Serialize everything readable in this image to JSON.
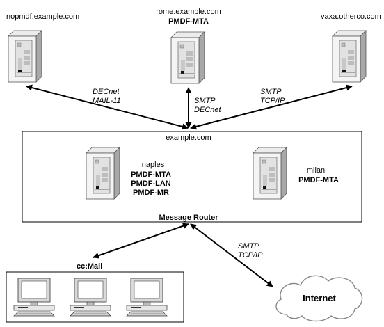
{
  "servers": {
    "nopmdf": {
      "host": "nopmdf.example.com"
    },
    "rome": {
      "host": "rome.example.com",
      "role": "PMDF-MTA"
    },
    "vaxa": {
      "host": "vaxa.otherco.com"
    },
    "naples": {
      "host": "naples",
      "roles": [
        "PMDF-MTA",
        "PMDF-LAN",
        "PMDF-MR"
      ]
    },
    "milan": {
      "host": "milan",
      "role": "PMDF-MTA"
    }
  },
  "links": {
    "nopmdf": [
      "DECnet",
      "MAIL-11"
    ],
    "rome": [
      "SMTP",
      "DECnet"
    ],
    "vaxa": [
      "SMTP",
      "TCP/IP"
    ],
    "internet": [
      "SMTP",
      "TCP/IP"
    ]
  },
  "domain_box": {
    "title": "example.com",
    "footer": "Message Router"
  },
  "ccmail": {
    "label": "cc:Mail",
    "workstations": 3
  },
  "internet": {
    "label": "Internet"
  },
  "colors": {
    "server_light": "#f2f2f2",
    "server_mid": "#d0d0d0",
    "server_dark": "#8a8a8a",
    "stroke": "#000000",
    "cloud": "#ffffff"
  }
}
